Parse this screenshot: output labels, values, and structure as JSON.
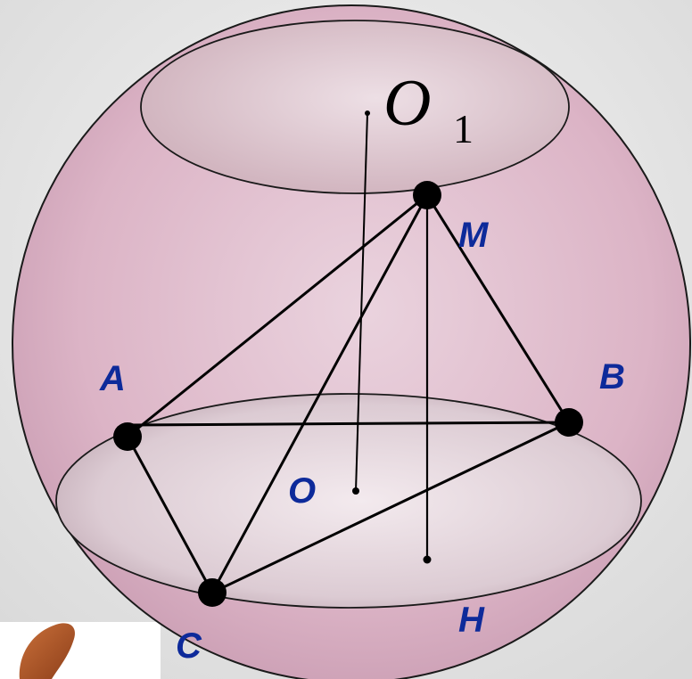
{
  "labels": {
    "o1_main": "O",
    "o1_sub": "1",
    "m": "M",
    "a": "A",
    "b": "B",
    "o": "O",
    "c": "C",
    "h": "H"
  },
  "colors": {
    "sphere_fill": "#dfb9ca",
    "sphere_stroke": "#1a1a1a",
    "background_gray": "#e6e6e6",
    "ellipse_fill": "#d6c3cc",
    "label_blue": "#0d2a9a",
    "point_black": "#000000",
    "corner_shape": "#b35c2b"
  }
}
